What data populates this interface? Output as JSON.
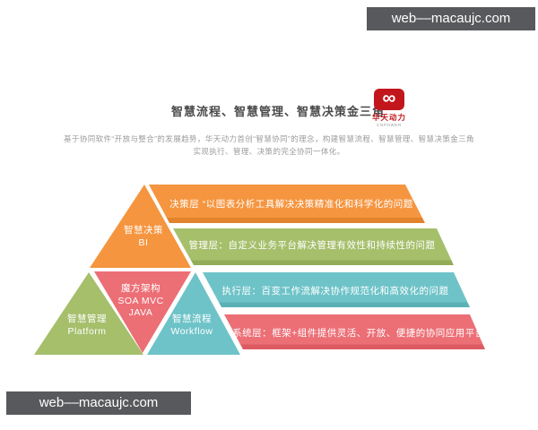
{
  "watermark": {
    "text": "web––macaujc.com"
  },
  "header": {
    "title": "智慧流程、智慧管理、智慧决策金三角",
    "subtitle_line1": "基于协同软件“开放与整合”的发展趋势，华天动力首创“智慧协同”的理念，构建智慧流程、智慧管理、智慧决策金三角",
    "subtitle_line2": "实现执行、管理、决策的完全协同一体化。"
  },
  "logo": {
    "symbol": "∞",
    "brand": "华天动力",
    "sub_brand": "CNPOWER"
  },
  "colors": {
    "orange": "#f5953f",
    "orange_dark": "#e0832c",
    "green": "#a5bf6b",
    "green_dark": "#93ac5a",
    "teal": "#6ec3c8",
    "teal_dark": "#5bb0b5",
    "pink": "#ec6f76",
    "pink_dark": "#dc5a62",
    "logo_red": "#c3161c",
    "watermark_bg": "#58595c"
  },
  "pyramid": {
    "triangles": [
      {
        "name": "decision",
        "lines": [
          "智慧决策",
          "BI"
        ]
      },
      {
        "name": "management",
        "lines": [
          "智慧管理",
          "Platform"
        ]
      },
      {
        "name": "cube",
        "lines": [
          "魔方架构",
          "SOA MVC",
          "JAVA"
        ]
      },
      {
        "name": "workflow",
        "lines": [
          "智慧流程",
          "Workflow"
        ]
      }
    ],
    "bands": [
      {
        "text": "决策层 “以图表分析工具解决决策精准化和科学化的问题"
      },
      {
        "text": "管理层：自定义业务平台解决管理有效性和持续性的问题"
      },
      {
        "text": "执行层：百变工作流解决协作规范化和高效化的问题"
      },
      {
        "text": "系统层：框架+组件提供灵活、开放、便捷的协同应用平台"
      }
    ]
  }
}
